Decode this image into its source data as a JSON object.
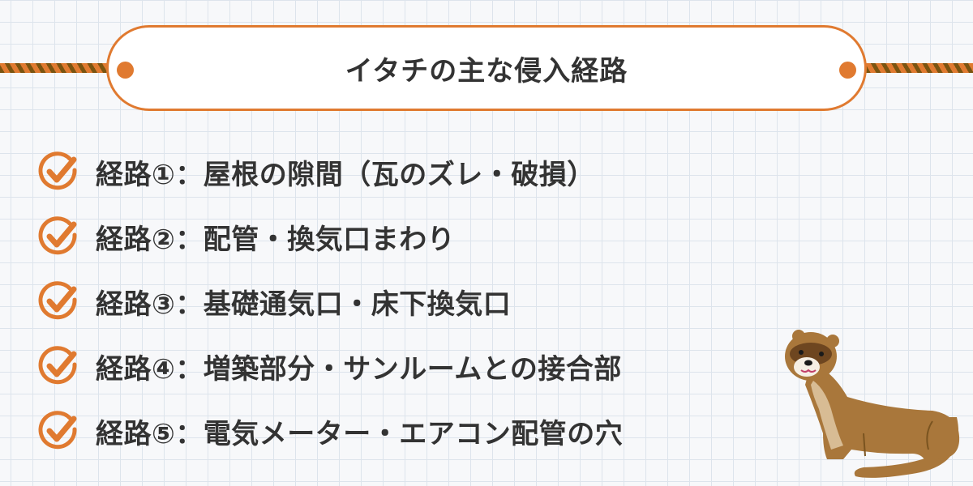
{
  "title": "イタチの主な侵入経路",
  "colors": {
    "accent": "#e07a30",
    "rope_dark": "#7a5410",
    "text": "#333333",
    "grid": "#dde4ec"
  },
  "items": [
    {
      "label": "経路①：屋根の隙間（瓦のズレ・破損）",
      "icon": "check-circle-icon"
    },
    {
      "label": "経路②：配管・換気口まわり",
      "icon": "check-circle-icon"
    },
    {
      "label": "経路③：基礎通気口・床下換気口",
      "icon": "check-circle-icon"
    },
    {
      "label": "経路④：増築部分・サンルームとの接合部",
      "icon": "check-circle-icon"
    },
    {
      "label": "経路⑤：電気メーター・エアコン配管の穴",
      "icon": "check-circle-icon"
    }
  ],
  "illustration": "weasel-illustration"
}
